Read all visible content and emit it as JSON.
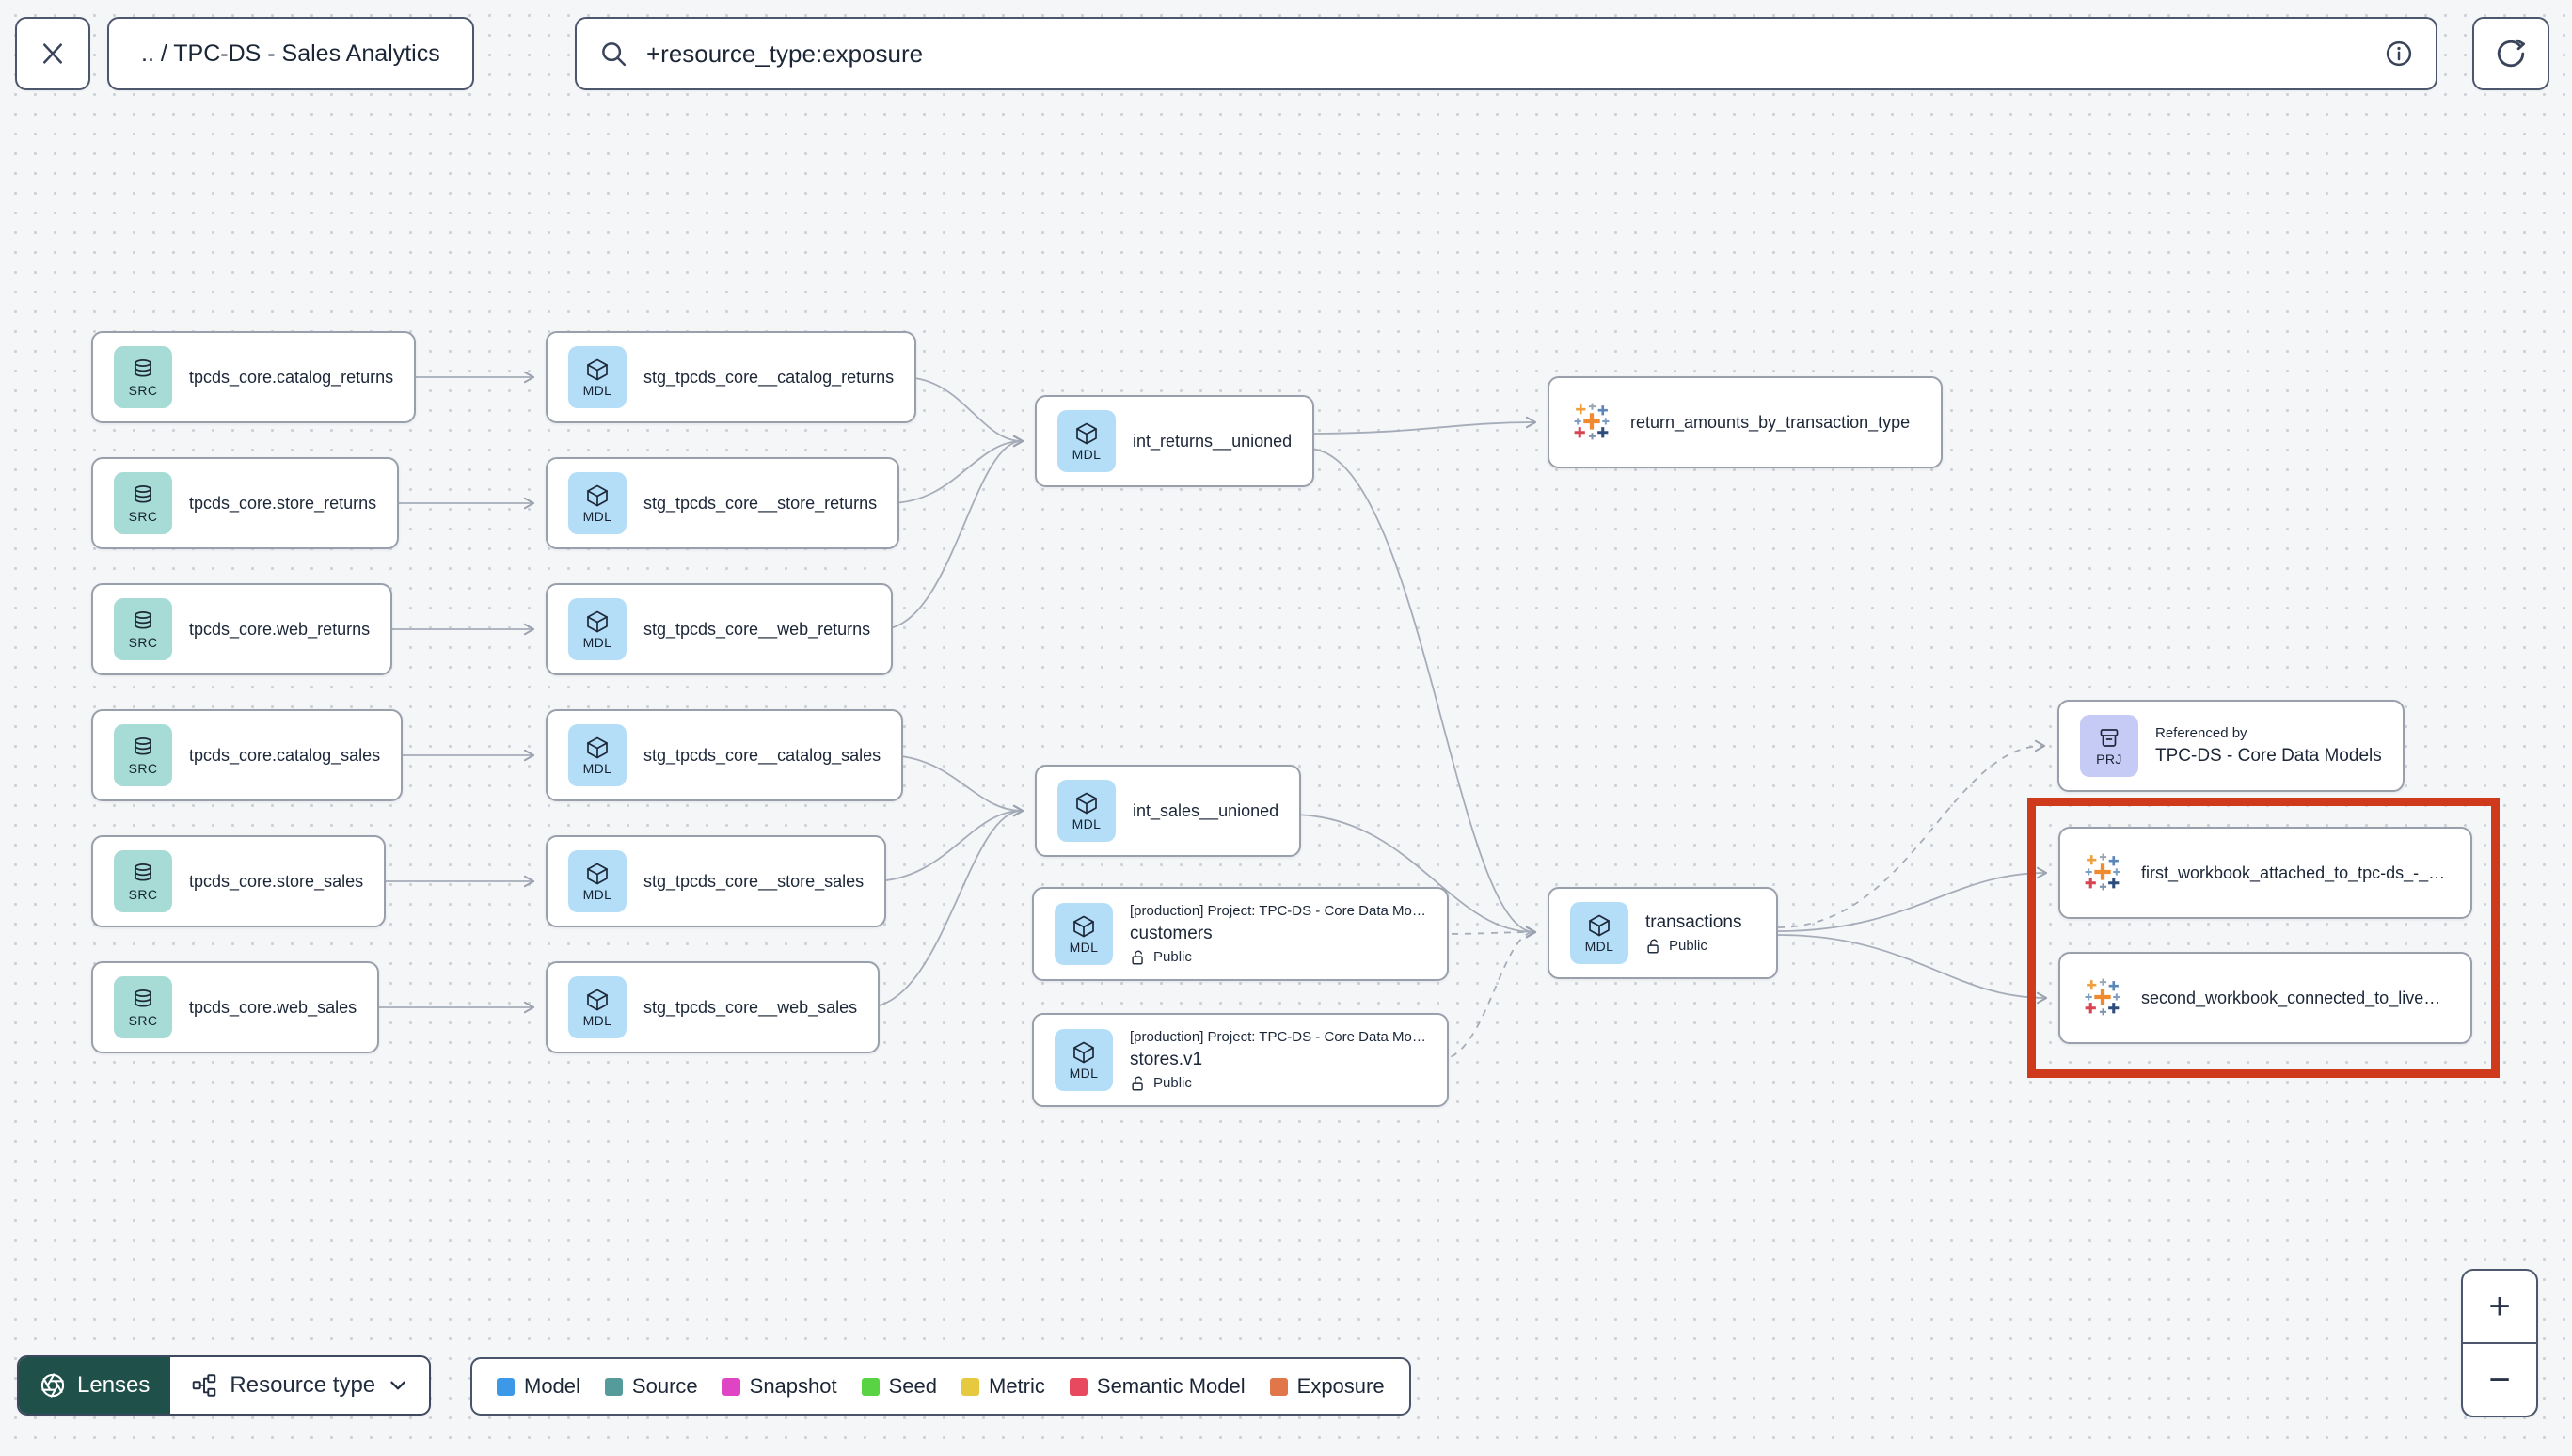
{
  "topbar": {
    "breadcrumb": ".. / TPC-DS - Sales Analytics",
    "search": {
      "value": "+resource_type:exposure"
    }
  },
  "graph": {
    "nodes": [
      {
        "id": "src_catalog_returns",
        "kind": "source",
        "chip": "SRC",
        "title": "tpcds_core.catalog_returns"
      },
      {
        "id": "src_store_returns",
        "kind": "source",
        "chip": "SRC",
        "title": "tpcds_core.store_returns"
      },
      {
        "id": "src_web_returns",
        "kind": "source",
        "chip": "SRC",
        "title": "tpcds_core.web_returns"
      },
      {
        "id": "src_catalog_sales",
        "kind": "source",
        "chip": "SRC",
        "title": "tpcds_core.catalog_sales"
      },
      {
        "id": "src_store_sales",
        "kind": "source",
        "chip": "SRC",
        "title": "tpcds_core.store_sales"
      },
      {
        "id": "src_web_sales",
        "kind": "source",
        "chip": "SRC",
        "title": "tpcds_core.web_sales"
      },
      {
        "id": "stg_catalog_returns",
        "kind": "model",
        "chip": "MDL",
        "title": "stg_tpcds_core__catalog_returns"
      },
      {
        "id": "stg_store_returns",
        "kind": "model",
        "chip": "MDL",
        "title": "stg_tpcds_core__store_returns"
      },
      {
        "id": "stg_web_returns",
        "kind": "model",
        "chip": "MDL",
        "title": "stg_tpcds_core__web_returns"
      },
      {
        "id": "stg_catalog_sales",
        "kind": "model",
        "chip": "MDL",
        "title": "stg_tpcds_core__catalog_sales"
      },
      {
        "id": "stg_store_sales",
        "kind": "model",
        "chip": "MDL",
        "title": "stg_tpcds_core__store_sales"
      },
      {
        "id": "stg_web_sales",
        "kind": "model",
        "chip": "MDL",
        "title": "stg_tpcds_core__web_sales"
      },
      {
        "id": "int_returns",
        "kind": "model",
        "chip": "MDL",
        "title": "int_returns__unioned"
      },
      {
        "id": "int_sales",
        "kind": "model",
        "chip": "MDL",
        "title": "int_sales__unioned"
      },
      {
        "id": "exp_return_amounts",
        "kind": "exposure",
        "title": "return_amounts_by_transaction_type"
      },
      {
        "id": "customers",
        "kind": "model",
        "chip": "MDL",
        "project": "[production] Project: TPC-DS - Core Data Mo…",
        "title": "customers",
        "visibility": "Public"
      },
      {
        "id": "stores",
        "kind": "model",
        "chip": "MDL",
        "project": "[production] Project: TPC-DS - Core Data Mo…",
        "title": "stores.v1",
        "visibility": "Public"
      },
      {
        "id": "transactions",
        "kind": "model",
        "chip": "MDL",
        "title": "transactions",
        "visibility": "Public"
      },
      {
        "id": "prj_core",
        "kind": "project",
        "chip": "PRJ",
        "subtitle": "Referenced by",
        "title": "TPC-DS - Core Data Models"
      },
      {
        "id": "wb_first",
        "kind": "exposure",
        "title": "first_workbook_attached_to_tpc-ds_-_…"
      },
      {
        "id": "wb_second",
        "kind": "exposure",
        "title": "second_workbook_connected_to_live…"
      }
    ],
    "highlight_color": "#cf3a1c"
  },
  "footer": {
    "lenses_label": "Lenses",
    "resource_type_label": "Resource type",
    "legend": [
      {
        "label": "Model",
        "color": "#3d98e8"
      },
      {
        "label": "Source",
        "color": "#569b9b"
      },
      {
        "label": "Snapshot",
        "color": "#df44c4"
      },
      {
        "label": "Seed",
        "color": "#59d343"
      },
      {
        "label": "Metric",
        "color": "#e7c93f"
      },
      {
        "label": "Semantic Model",
        "color": "#e8495f"
      },
      {
        "label": "Exposure",
        "color": "#e0764a"
      }
    ]
  },
  "zoom_controls": {
    "zoom_in": "+",
    "zoom_out": "−"
  }
}
